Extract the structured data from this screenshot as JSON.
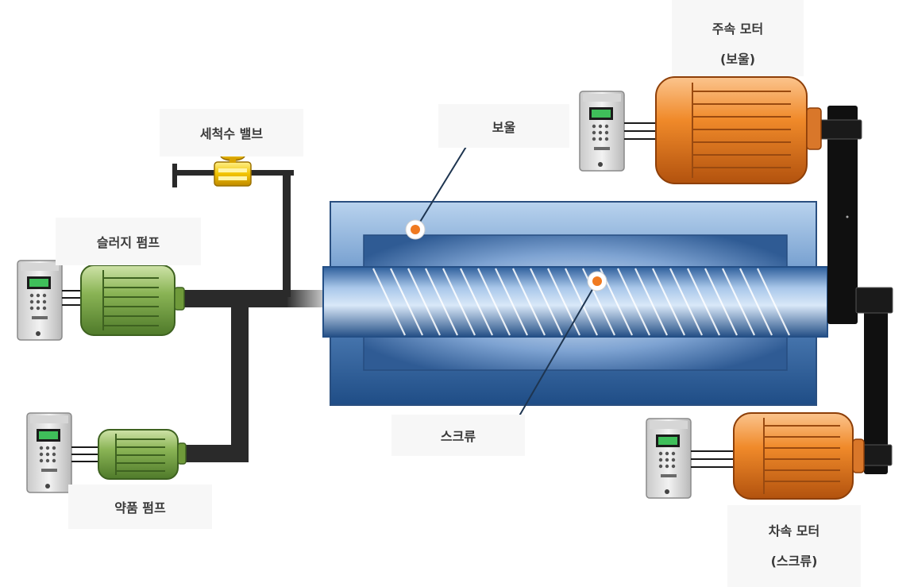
{
  "labels": {
    "wash_valve": "세척수 밸브",
    "sludge_pump": "슬러지 펌프",
    "chemical_pump": "약품 펌프",
    "bowl": "보울",
    "screw": "스크류",
    "main_motor_line1": "주속 모터",
    "main_motor_line2": "(보울)",
    "diff_motor_line1": "차속 모터",
    "diff_motor_line2": "(스크류)"
  },
  "icons": {
    "inverter": "inverter-drive-icon",
    "pump_motor": "green-motor-icon",
    "drive_motor": "orange-motor-icon",
    "valve": "valve-icon",
    "marker": "indicator-dot-icon"
  },
  "colors": {
    "pipe": "#2a2a2a",
    "pump_motor": "#8ab455",
    "drive_motor": "#f08a2a",
    "valve": "#f2c300",
    "marker": "#f07a20",
    "drum": "#4f7fb8",
    "leader_line": "#1e3550"
  }
}
